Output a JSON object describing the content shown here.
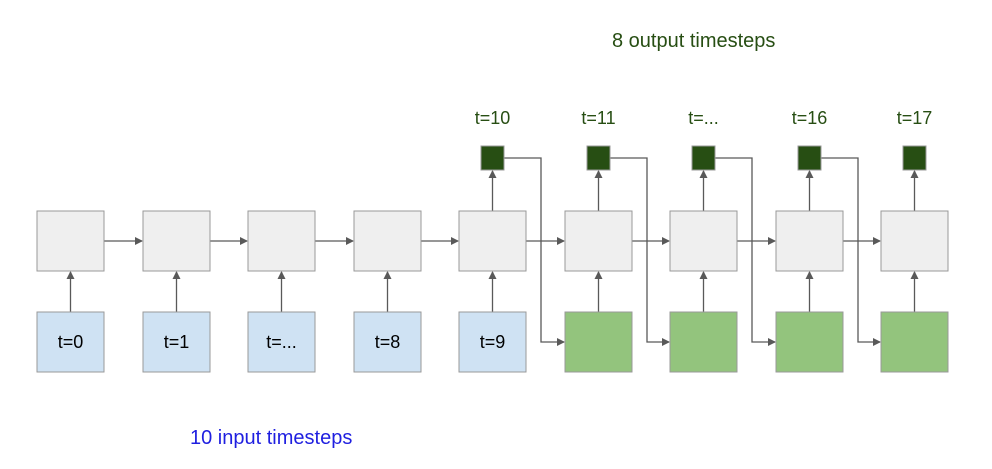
{
  "titles": {
    "output": "8 output timesteps",
    "input": "10 input timesteps"
  },
  "inputs": [
    "t=0",
    "t=1",
    "t=...",
    "t=8",
    "t=9"
  ],
  "outputs": [
    "t=10",
    "t=11",
    "t=...",
    "t=16",
    "t=17"
  ],
  "colors": {
    "cell": "#efefef",
    "input": "#cfe2f3",
    "feed": "#93c47d",
    "output": "#274e13",
    "output_title": "#274e13",
    "input_title": "#1f1fe0"
  }
}
